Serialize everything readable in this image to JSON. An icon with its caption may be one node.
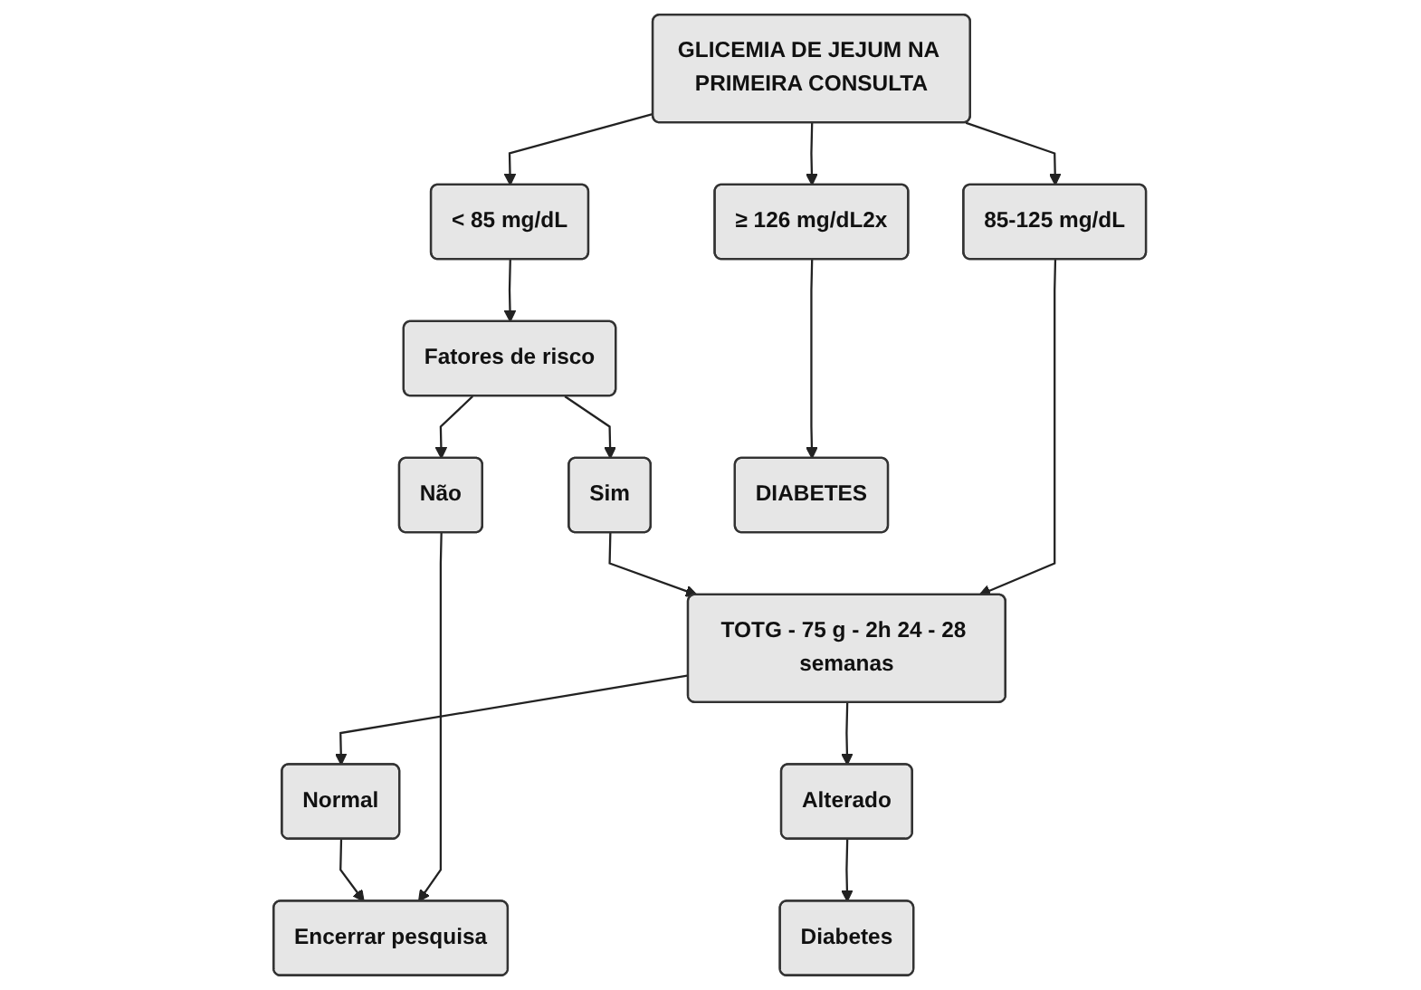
{
  "diagram": {
    "nodes": [
      {
        "text": [
          "GLICEMIA DE JEJUM NA PRIMEIRA CONSULTA"
        ]
      },
      {
        "text": [
          "< 85 mg/dL"
        ]
      },
      {
        "text": [
          "85-125 mg/dL"
        ]
      },
      {
        "text": [
          "≥ 126 mg/dL2x"
        ]
      },
      {
        "text": [
          "Fatores de risco"
        ]
      },
      {
        "text": [
          "DIABETES"
        ]
      },
      {
        "text": [
          "Sim"
        ]
      },
      {
        "text": [
          "TOTG - 75 g - 2h 24 - 28 semanas"
        ]
      },
      {
        "text": [
          "Não"
        ]
      },
      {
        "text": [
          "Normal"
        ]
      },
      {
        "text": [
          "Alterado"
        ]
      },
      {
        "text": [
          "Encerrar pesquisa"
        ]
      },
      {
        "text": [
          "Diabetes"
        ]
      }
    ],
    "edges": [
      {
        "from": 0,
        "to": 1,
        "arrow": "to"
      },
      {
        "from": 0,
        "to": 2,
        "arrow": "to"
      },
      {
        "from": 1,
        "to": 4,
        "arrow": "to"
      },
      {
        "from": 4,
        "to": 6,
        "arrow": "to"
      },
      {
        "from": 4,
        "to": 8,
        "arrow": "to"
      },
      {
        "from": 2,
        "to": 7,
        "arrow": "to"
      },
      {
        "from": 6,
        "to": 7,
        "arrow": "to"
      },
      {
        "from": 7,
        "to": 9,
        "arrow": "to"
      },
      {
        "from": 7,
        "to": 10,
        "arrow": "to"
      },
      {
        "from": 8,
        "to": 11,
        "arrow": "to"
      },
      {
        "from": 9,
        "to": 11,
        "arrow": "to"
      },
      {
        "from": 10,
        "to": 12,
        "arrow": "to"
      },
      {
        "from": 0,
        "to": 3,
        "arrow": "to"
      },
      {
        "from": 3,
        "to": 5,
        "arrow": "to"
      }
    ]
  }
}
